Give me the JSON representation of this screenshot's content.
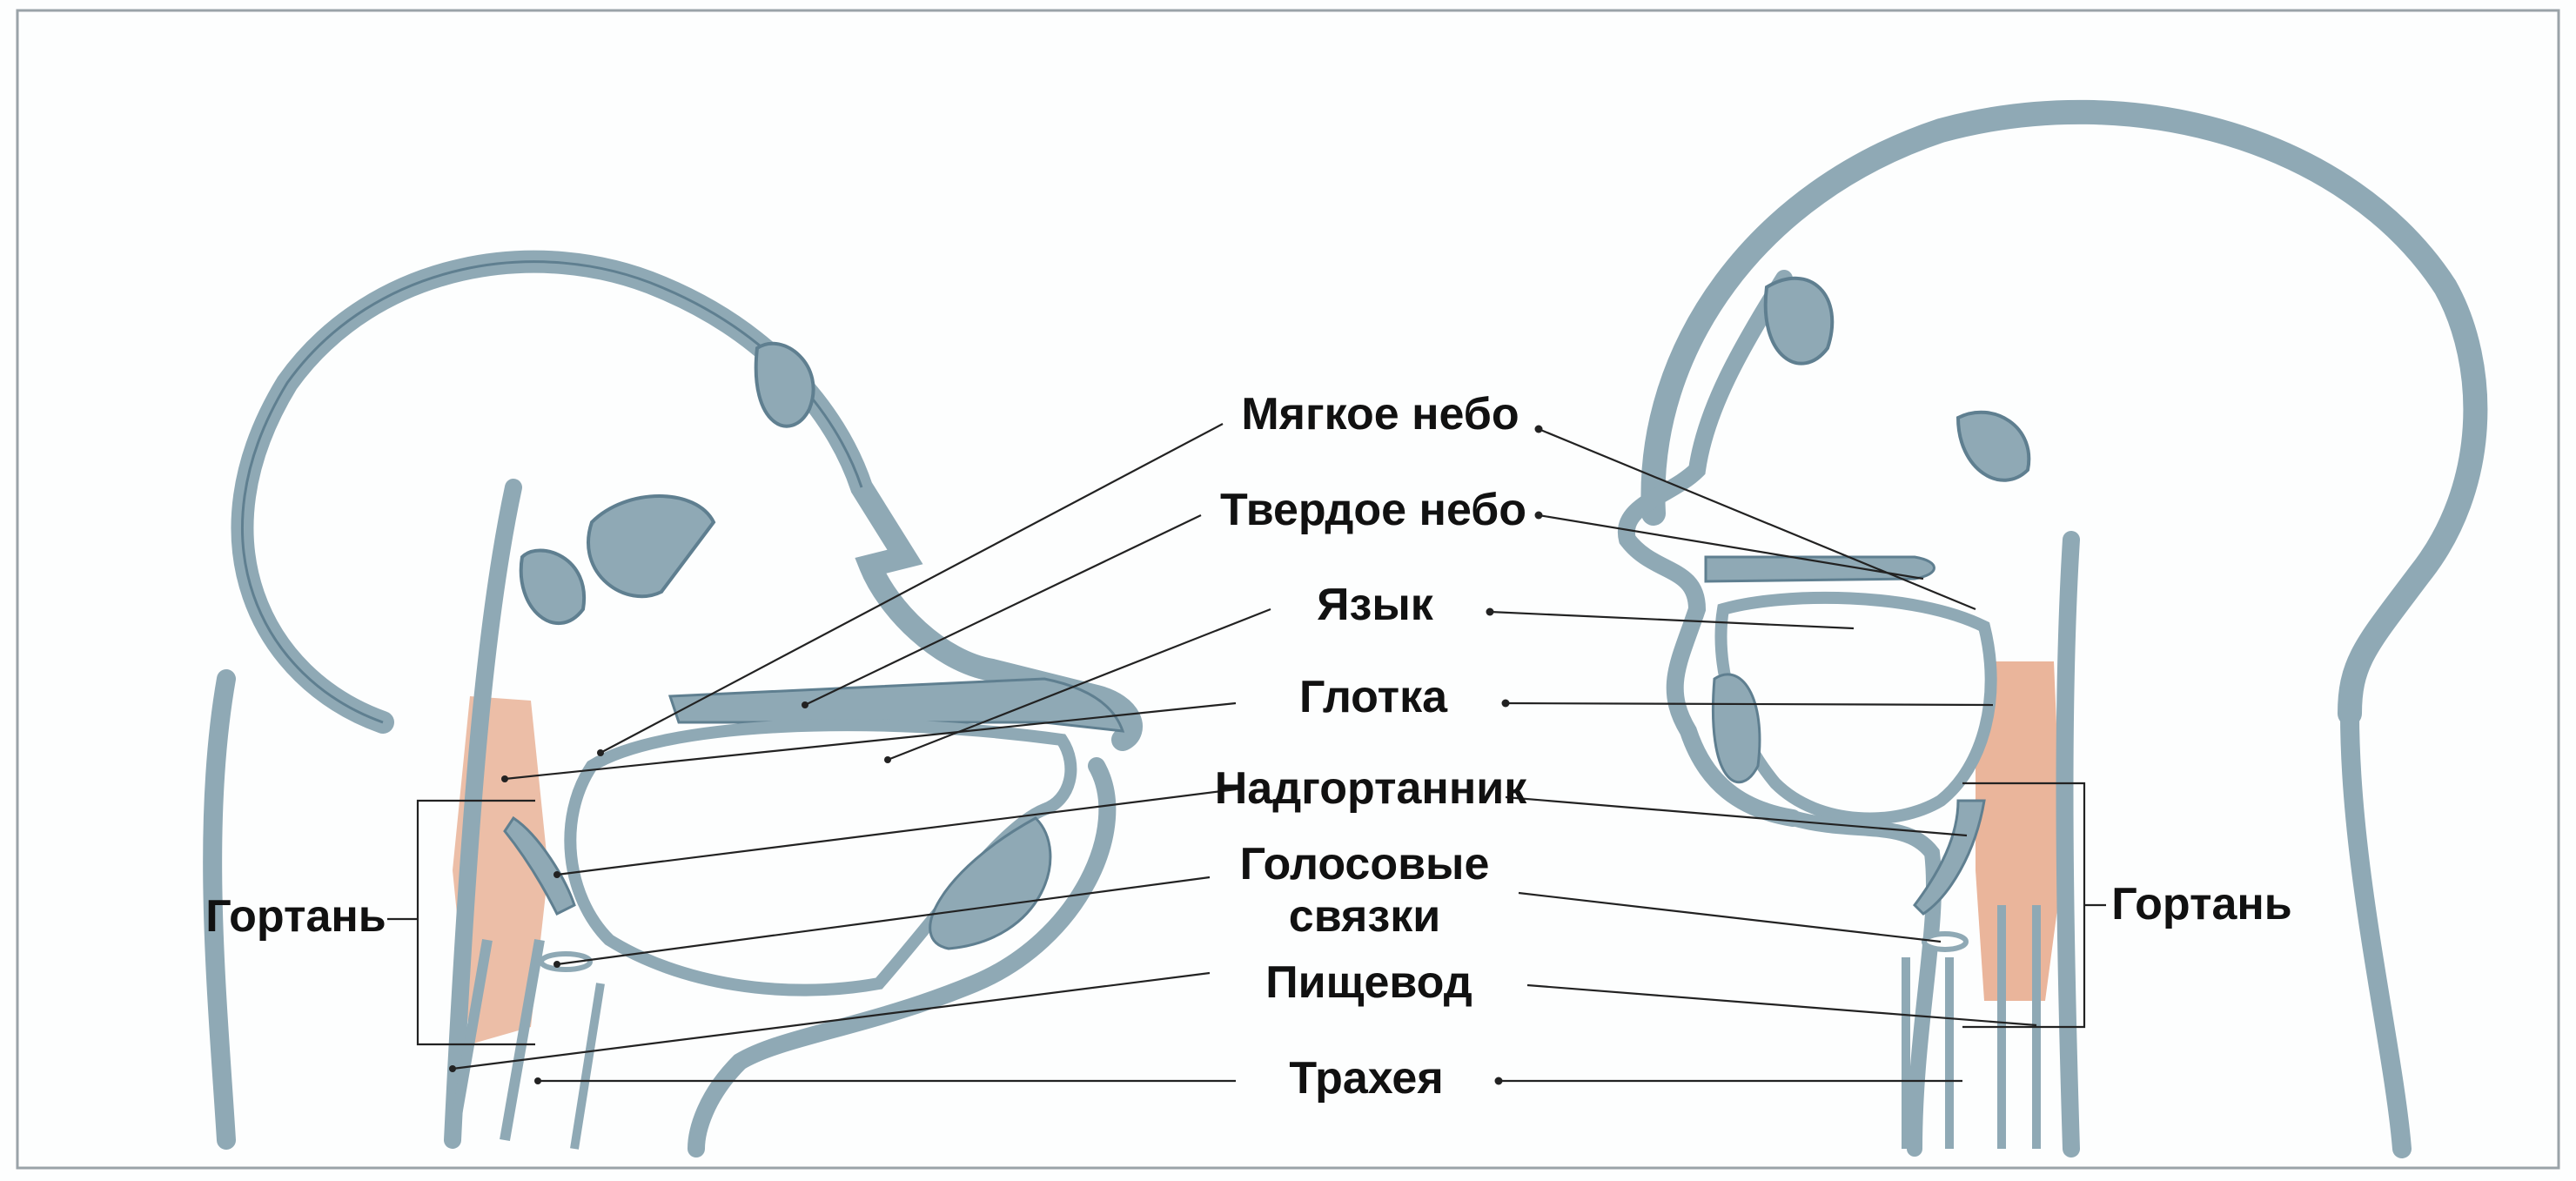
{
  "colors": {
    "bone": "#8fa9b5",
    "outline": "#5f7f90",
    "larynx_tint": "#e6a889",
    "line": "#222222",
    "background": "#fdfefe"
  },
  "labels": {
    "soft_palate": "Мягкое небо",
    "hard_palate": "Твердое небо",
    "tongue": "Язык",
    "pharynx": "Глотка",
    "epiglottis": "Надгортанник",
    "vocal_cords_line1": "Голосовые",
    "vocal_cords_line2": "связки",
    "esophagus": "Пищевод",
    "trachea": "Трахея",
    "larynx_left": "Гортань",
    "larynx_right": "Гортань"
  }
}
